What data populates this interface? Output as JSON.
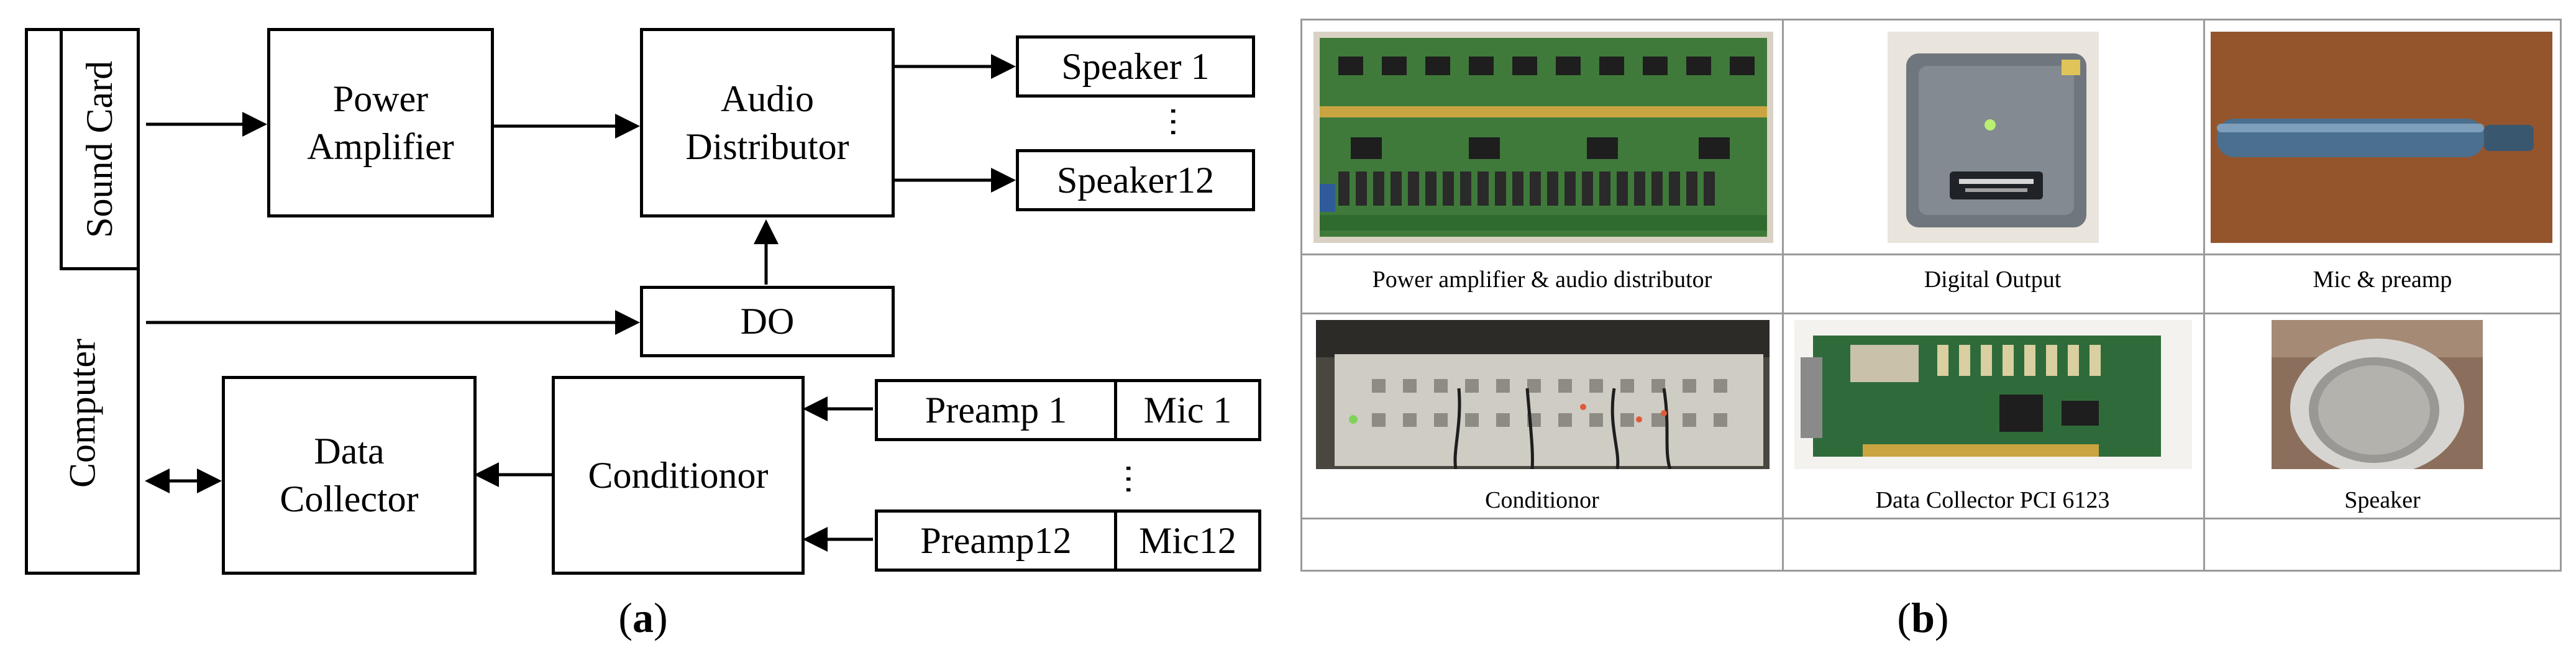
{
  "panel_a": {
    "boxes": {
      "computer": "Computer",
      "sound_card": "Sound Card",
      "power_amplifier": [
        "Power",
        "Amplifier"
      ],
      "audio_distributor": [
        "Audio",
        "Distributor"
      ],
      "speaker_1": "Speaker 1",
      "speaker_12": "Speaker12",
      "do": "DO",
      "data_collector": [
        "Data",
        "Collector"
      ],
      "conditionor": "Conditionor",
      "preamp_1": "Preamp 1",
      "mic_1": "Mic 1",
      "preamp_12": "Preamp12",
      "mic_12": "Mic12"
    },
    "ellipsis_1": "⋯",
    "ellipsis_2": "⋯",
    "caption_label": "a"
  },
  "panel_b": {
    "cells": [
      {
        "label": "Power amplifier & audio distributor"
      },
      {
        "label": "Digital Output"
      },
      {
        "label": "Mic & preamp"
      },
      {
        "label": "Conditionor"
      },
      {
        "label": "Data Collector PCI 6123"
      },
      {
        "label": "Speaker"
      }
    ],
    "caption_label": "b"
  },
  "colors": {
    "line": "#000000",
    "grid_border": "#9a9a9a",
    "pcb_green": "#3f7a3a",
    "relay_blue": "#2f5b9a",
    "device_gray": "#6f767d",
    "mic_blue": "#4a6f8f",
    "photo_bg": "#e9e4dc"
  }
}
